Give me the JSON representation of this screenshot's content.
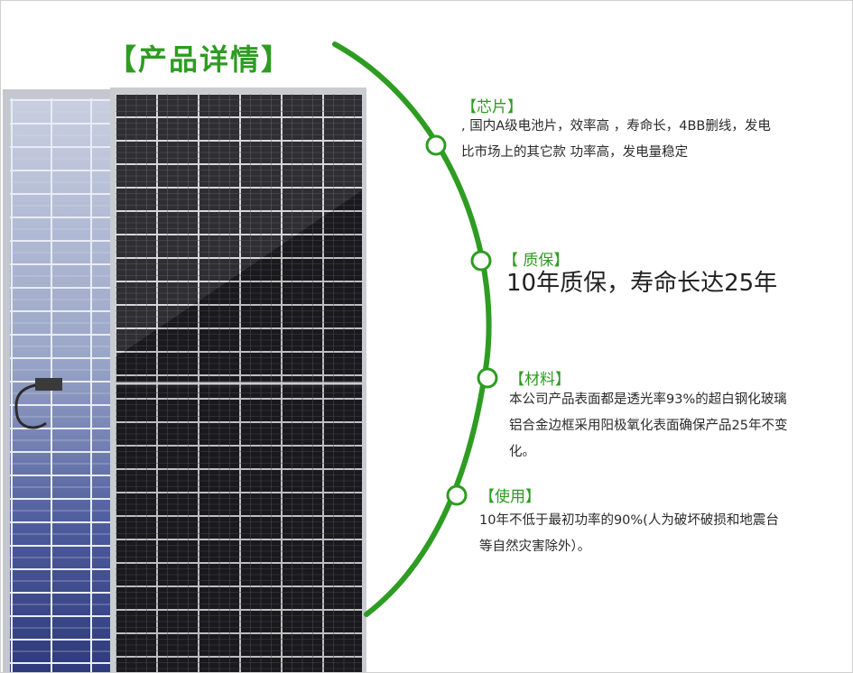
{
  "title": "【产品详情】",
  "accent_color": "#2e9c22",
  "panel_colors": {
    "front_cell": "#1c1c20",
    "rear_cell": "#5a6aa6",
    "frame": "#b8bcc2"
  },
  "sections": [
    {
      "heading": "【芯片】",
      "lines": [
        ", 国内A级电池片，效率高 ，寿命长，4BB删线，发电",
        "比市场上的其它款 功率高，发电量稳定"
      ]
    },
    {
      "heading": "【 质保】",
      "lines": [
        "10年质保，寿命长达25年"
      ]
    },
    {
      "heading": "【材料】",
      "lines": [
        "本公司产品表面都是透光率93%的超白钢化玻璃",
        "铝合金边框采用阳极氧化表面确保产品25年不变",
        "化。"
      ]
    },
    {
      "heading": "【使用】",
      "lines": [
        "10年不低于最初功率的90%(人为破坏破损和地震台",
        "等自然灾害除外）。"
      ]
    }
  ]
}
